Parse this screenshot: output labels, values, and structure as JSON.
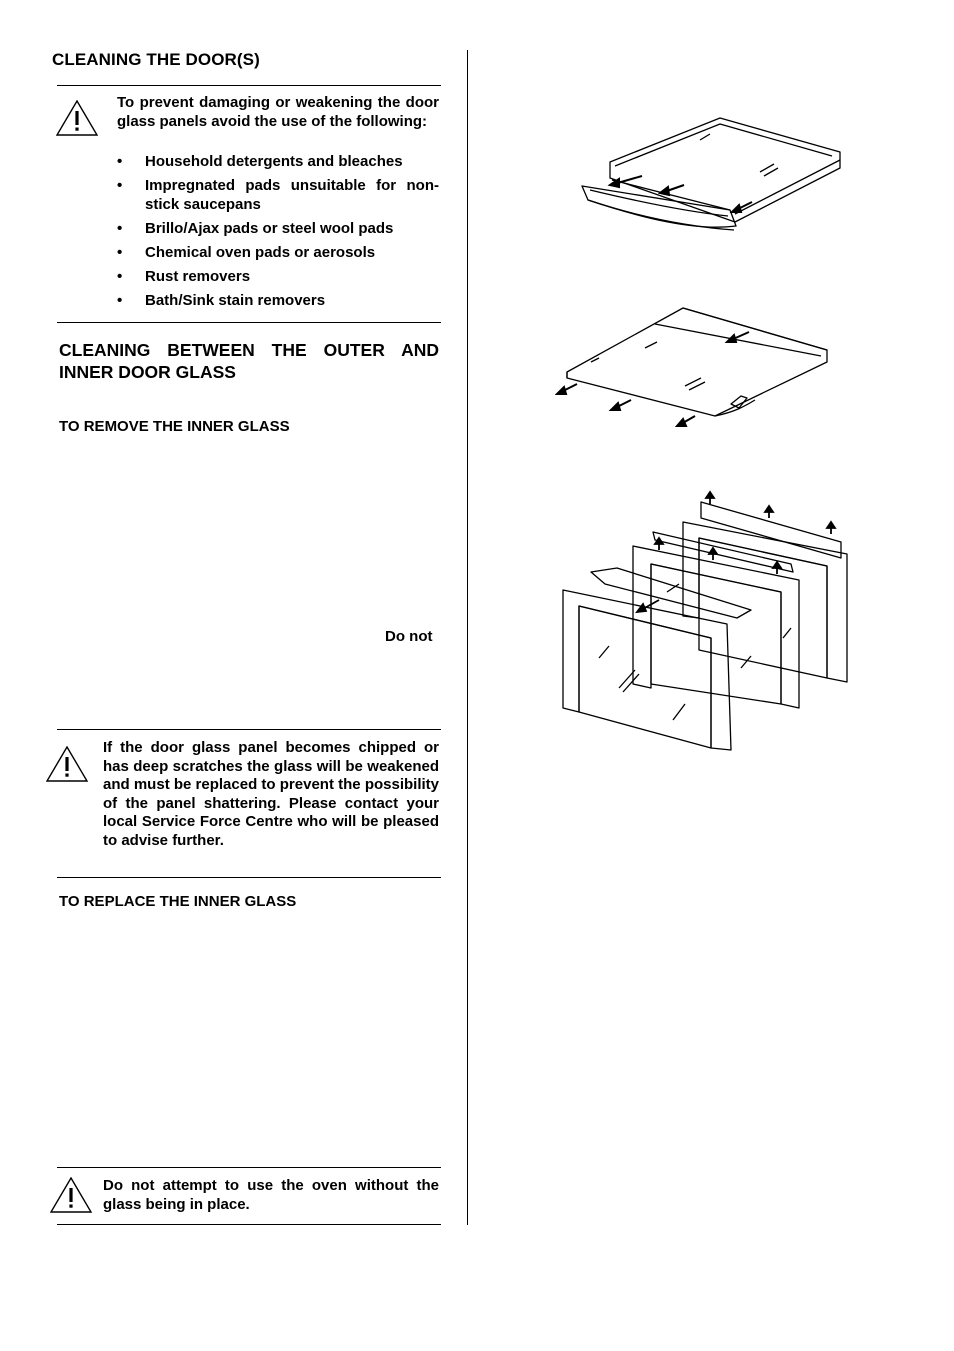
{
  "title": "CLEANING THE DOOR(S)",
  "warning_1": {
    "intro": "To prevent damaging or weakening the door glass panels avoid the use of the following:",
    "items": [
      "Household detergents and bleaches",
      "Impregnated pads unsuitable for non-stick saucepans",
      "Brillo/Ajax pads or steel wool pads",
      "Chemical oven pads or aerosols",
      "Rust removers",
      "Bath/Sink stain removers"
    ]
  },
  "section_heading": "CLEANING BETWEEN THE OUTER AND INNER DOOR GLASS",
  "remove_heading": "TO REMOVE THE INNER GLASS",
  "remove_fragment": "Do  not",
  "warning_2": "If the door glass panel becomes chipped or has deep scratches the glass will be weakened and must be replaced to prevent the possibility of the panel shattering. Please contact your local Service Force Centre who will be pleased to advise further.",
  "replace_heading": "TO REPLACE THE INNER GLASS",
  "warning_3": "Do not attempt to use the oven without the glass being in place.",
  "bullet_glyph": "•",
  "icons": [
    "warning-triangle-icon"
  ]
}
